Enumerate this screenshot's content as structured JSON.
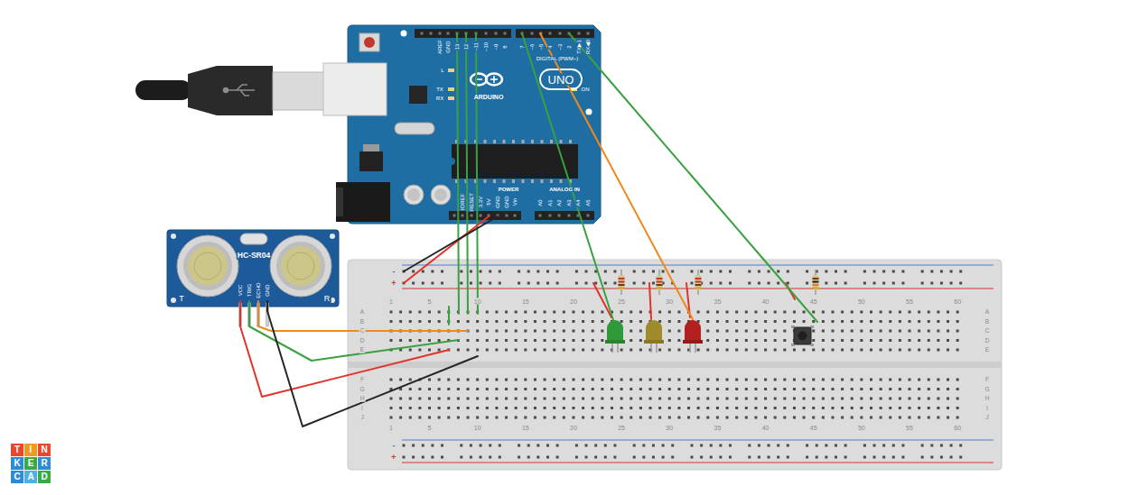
{
  "diagram": {
    "nodes": [
      {
        "text": [
          "AREF",
          "GND",
          "13",
          "12",
          "~11",
          "~10",
          "~9",
          "8",
          "7",
          "~6",
          "~5",
          "4",
          "~3",
          "2",
          "TX▶1",
          "RX◀0",
          "DIGITAL (PWM~)",
          "L",
          "TX",
          "RX",
          "ARDUINO",
          "UNO",
          "ON",
          "IOREF",
          "RESET",
          "3.3V",
          "5V",
          "GND",
          "GND",
          "Vin",
          "POWER",
          "ANALOG IN",
          "A0",
          "A1",
          "A2",
          "A3",
          "A4",
          "A5"
        ]
      },
      {
        "text": [
          "HC-SR04",
          "T",
          "R",
          "VCC",
          "TRIG",
          "ECHO",
          "GND"
        ]
      },
      {
        "text": [
          "-",
          "+",
          "1",
          "5",
          "10",
          "15",
          "20",
          "25",
          "30",
          "35",
          "40",
          "45",
          "50",
          "55",
          "60",
          "A",
          "B",
          "C",
          "D",
          "E",
          "A",
          "B",
          "C",
          "D",
          "E",
          "F",
          "G",
          "H",
          "I",
          "J",
          "F",
          "G",
          "H",
          "I",
          "J",
          "1",
          "5",
          "10",
          "15",
          "20",
          "25",
          "30",
          "35",
          "40",
          "45",
          "50",
          "55",
          "60",
          "-",
          "+"
        ]
      },
      {
        "text": [
          "T"
        ]
      },
      {
        "text": [
          "I"
        ]
      },
      {
        "text": [
          "N"
        ]
      },
      {
        "text": [
          "K"
        ]
      },
      {
        "text": [
          "E"
        ]
      },
      {
        "text": [
          "R"
        ]
      },
      {
        "text": [
          "C"
        ]
      },
      {
        "text": [
          "A"
        ]
      },
      {
        "text": [
          "D"
        ]
      }
    ],
    "edges": [
      {
        "from": 0,
        "to": 2,
        "arrow": "none"
      },
      {
        "from": 0,
        "to": 2,
        "arrow": "none"
      },
      {
        "from": 0,
        "to": 2,
        "arrow": "none"
      },
      {
        "from": 0,
        "to": 2,
        "arrow": "none"
      },
      {
        "from": 0,
        "to": 2,
        "arrow": "none"
      },
      {
        "from": 0,
        "to": 2,
        "arrow": "none"
      },
      {
        "from": 0,
        "to": 2,
        "arrow": "none"
      },
      {
        "from": 0,
        "to": 2,
        "arrow": "none"
      },
      {
        "from": 1,
        "to": 2,
        "arrow": "none"
      },
      {
        "from": 1,
        "to": 2,
        "arrow": "none"
      },
      {
        "from": 1,
        "to": 2,
        "arrow": "none"
      },
      {
        "from": 1,
        "to": 2,
        "arrow": "none"
      }
    ]
  }
}
